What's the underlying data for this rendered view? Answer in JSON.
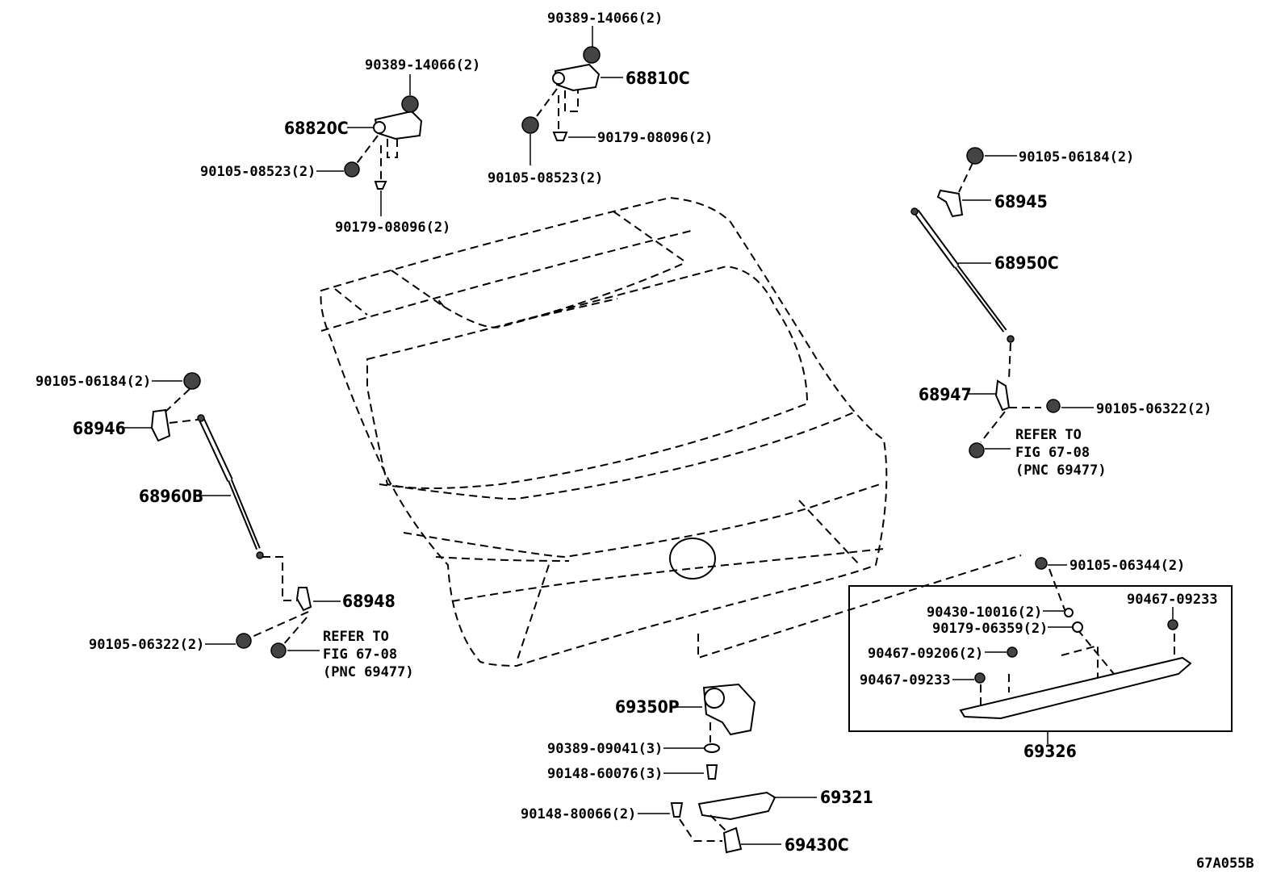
{
  "diagram_id": "67A055B",
  "hinges": {
    "left_hinge": "68820C",
    "right_hinge": "68810C",
    "bolt_left": "90105-08523(2)",
    "bolt_right": "90105-08523(2)",
    "nut_left": "90389-14066(2)",
    "nut_right": "90389-14066(2)",
    "washer_left": "90179-08096(2)",
    "washer_right": "90179-08096(2)"
  },
  "right_stay": {
    "bolt_top": "90105-06184(2)",
    "bracket_top": "68945",
    "stay": "68950C",
    "bracket_bottom": "68947",
    "bolt_bottom": "90105-06322(2)",
    "refer": [
      "REFER TO",
      "FIG 67-08",
      "(PNC 69477)"
    ]
  },
  "left_stay": {
    "bolt_top": "90105-06184(2)",
    "bracket_top": "68946",
    "stay": "68960B",
    "bracket_bottom": "68948",
    "bolt_bottom": "90105-06322(2)",
    "refer": [
      "REFER TO",
      "FIG 67-08",
      "(PNC 69477)"
    ]
  },
  "garnish_box": {
    "screw": "90105-06344(2)",
    "clip_a": "90430-10016(2)",
    "clip_b": "90179-06359(2)",
    "clip_c": "90467-09206(2)",
    "clip_left": "90467-09233",
    "clip_right": "90467-09233",
    "assembly": "69326"
  },
  "lock": {
    "lock_assy": "69350P",
    "washer": "90389-09041(3)",
    "bolt": "90148-60076(3)",
    "striker": "69321",
    "screw": "90148-80066(2)",
    "handle": "69430C"
  }
}
